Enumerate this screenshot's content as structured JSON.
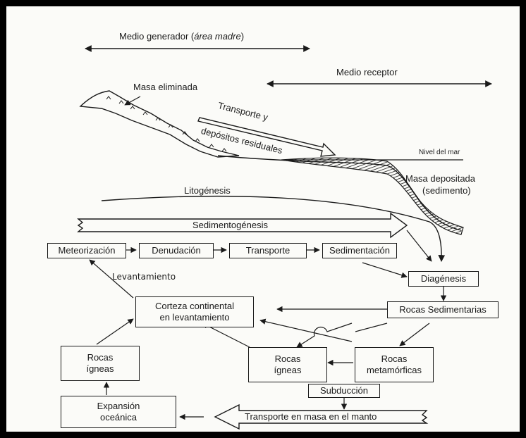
{
  "labels": {
    "medio_generador_prefix": "Medio generador (",
    "medio_generador_italic": "área madre",
    "medio_generador_suffix": ")",
    "medio_receptor": "Medio receptor",
    "masa_eliminada": "Masa eliminada",
    "transporte_y": "Transporte y",
    "depositos_residuales": "depósitos residuales",
    "nivel_del_mar": "Nivel del mar",
    "masa_depositada": "Masa depositada",
    "sedimento": "(sedimento)",
    "litogenesis": "Litogénesis",
    "sedimentogenesis": "Sedimentogénesis",
    "levantamiento": "Levantamiento",
    "transporte_manto": "Transporte en masa en el manto"
  },
  "boxes": {
    "meteorizacion": "Meteorización",
    "denudacion": "Denudación",
    "transporte": "Transporte",
    "sedimentacion": "Sedimentación",
    "diagenesis": "Diagénesis",
    "rocas_sedimentarias": "Rocas Sedimentarias",
    "corteza": "Corteza continental\nen levantamiento",
    "rocas_igneas_left": "Rocas\nígneas",
    "rocas_igneas_mid": "Rocas\nígneas",
    "rocas_metamorficas": "Rocas\nmetamórficas",
    "subduccion": "Subducción",
    "expansion": "Expansión\noceánica"
  }
}
